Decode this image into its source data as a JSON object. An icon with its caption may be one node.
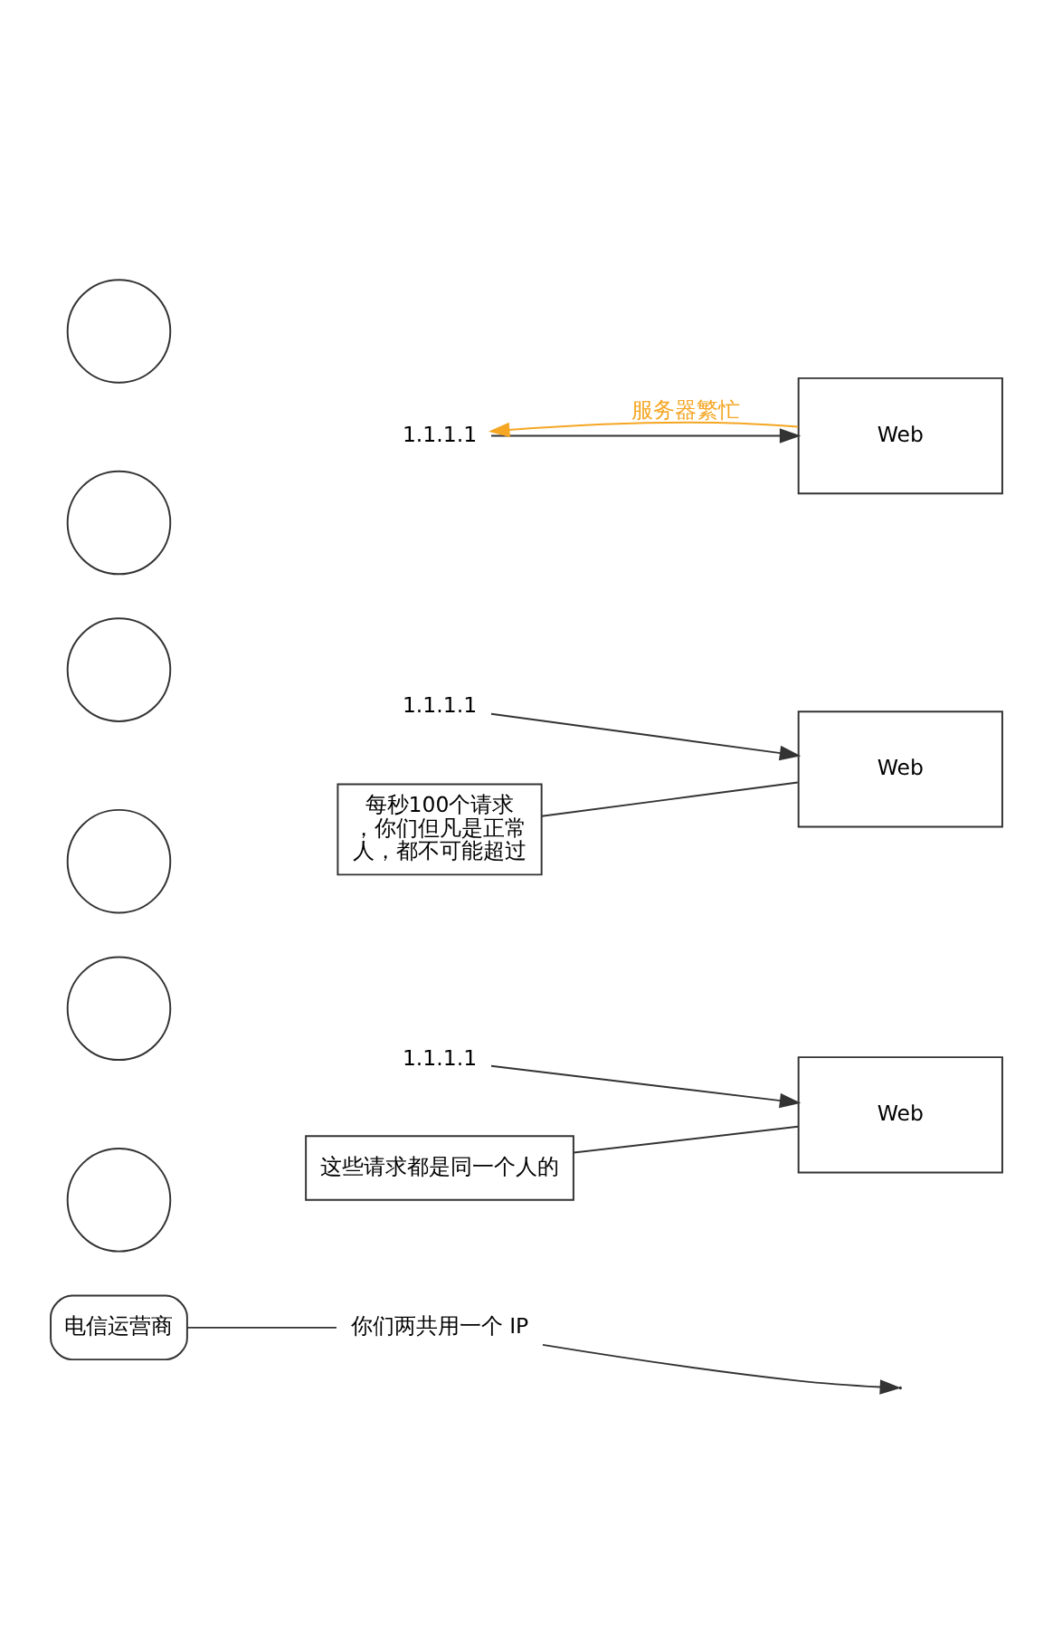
{
  "diagram": {
    "nodes": [
      {
        "text": [],
        "shape": "person"
      },
      {
        "text": [],
        "shape": "person"
      },
      {
        "text": [
          "1.1.1.1"
        ]
      },
      {
        "text": [
          "Web"
        ]
      },
      {
        "text": [
          "电信运营商"
        ]
      },
      {
        "text": [
          "你们两共用一个 IP"
        ]
      },
      {
        "text": [
          "这些请求都是同一个人的"
        ]
      },
      {
        "text": [],
        "shape": "person"
      },
      {
        "text": [],
        "shape": "person"
      },
      {
        "text": [
          "1.1.1.1"
        ]
      },
      {
        "text": [
          "Web"
        ]
      },
      {
        "text": [
          "每秒100个请求，你们但凡是正常人，都不可能超过"
        ]
      },
      {
        "text": [],
        "shape": "person"
      },
      {
        "text": [],
        "shape": "person"
      },
      {
        "text": [
          "1.1.1.1"
        ]
      },
      {
        "text": [
          "Web"
        ]
      }
    ],
    "edges": [
      {
        "from": 2,
        "to": 3,
        "arrow": "to"
      },
      {
        "from": 4,
        "to": 5,
        "arrow": "none"
      },
      {
        "from": 5,
        "to": null,
        "arrow": "to"
      },
      {
        "from": 6,
        "to": 3,
        "arrow": "none"
      },
      {
        "from": 9,
        "to": 10,
        "arrow": "to"
      },
      {
        "from": 11,
        "to": 10,
        "arrow": "none"
      },
      {
        "from": 14,
        "to": 15,
        "arrow": "to"
      },
      {
        "from": 15,
        "to": 14,
        "arrow": "to",
        "label": "服务器繁忙",
        "color": "#f5a623"
      }
    ]
  }
}
